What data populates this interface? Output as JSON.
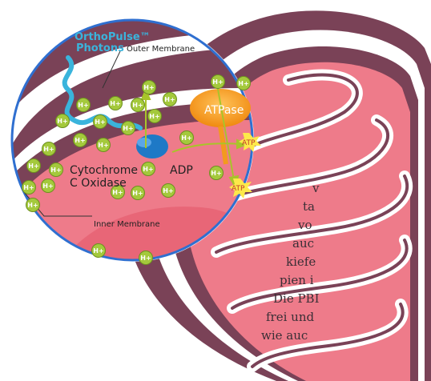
{
  "labels": {
    "brand": "OrthoPulse™",
    "photons": "Photons",
    "outer_membrane": "Outer Membrane",
    "inner_membrane": "Inner Membrane",
    "cytochrome_line1": "Cytochrome",
    "cytochrome_line2": "C Oxidase",
    "atpase": "ATPase",
    "adp": "ADP",
    "atp": "ATP",
    "proton": "H+"
  },
  "partial_text_lines": [
    "v",
    "ta",
    "vo",
    "auc",
    "kiefe",
    "pien i",
    "Die PBI",
    "frei und",
    "wie auc"
  ],
  "colors": {
    "outer_membrane": "#7a4257",
    "intermembrane": "#ffffff",
    "matrix": "#ee7b8a",
    "matrix_dark": "#e86677",
    "photon": "#3ab4dc",
    "proton": "#a4c93c",
    "proton_stroke": "#6d8f1f",
    "atpase": "#f39a1e",
    "cytochrome": "#1e79c6",
    "atp_star": "#fde94a",
    "arrow": "#a8c42a"
  }
}
